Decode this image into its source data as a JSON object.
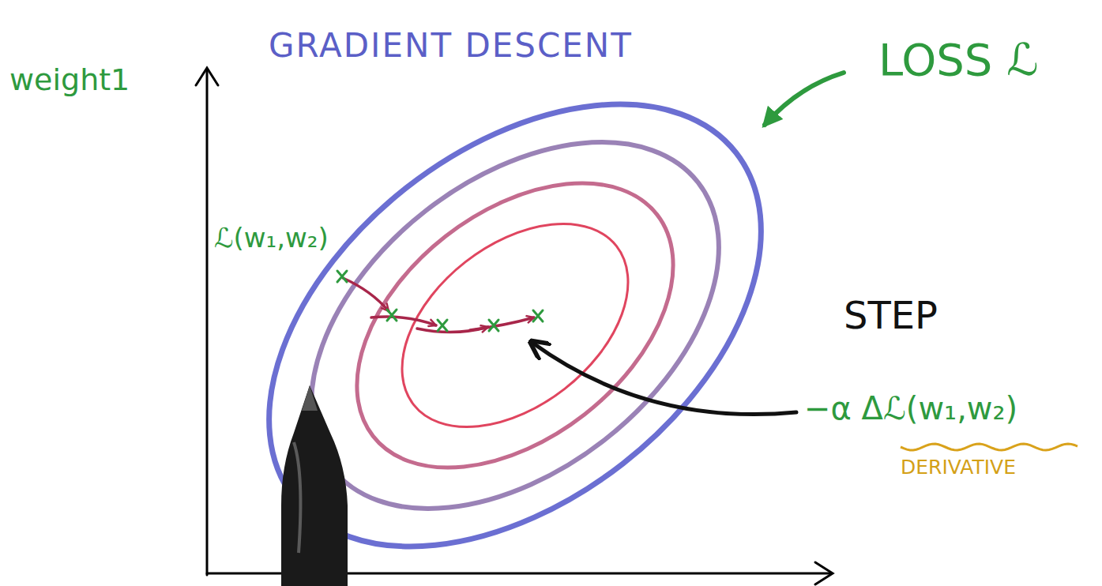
{
  "diagram": {
    "title": "GRADIENT DESCENT",
    "labels": [
      "weight1",
      "LOSS ℒ",
      "ℒ(w₁,w₂)",
      "STEP",
      "−α Δℒ(w₁,w₂)",
      "DERIVATIVE"
    ]
  }
}
